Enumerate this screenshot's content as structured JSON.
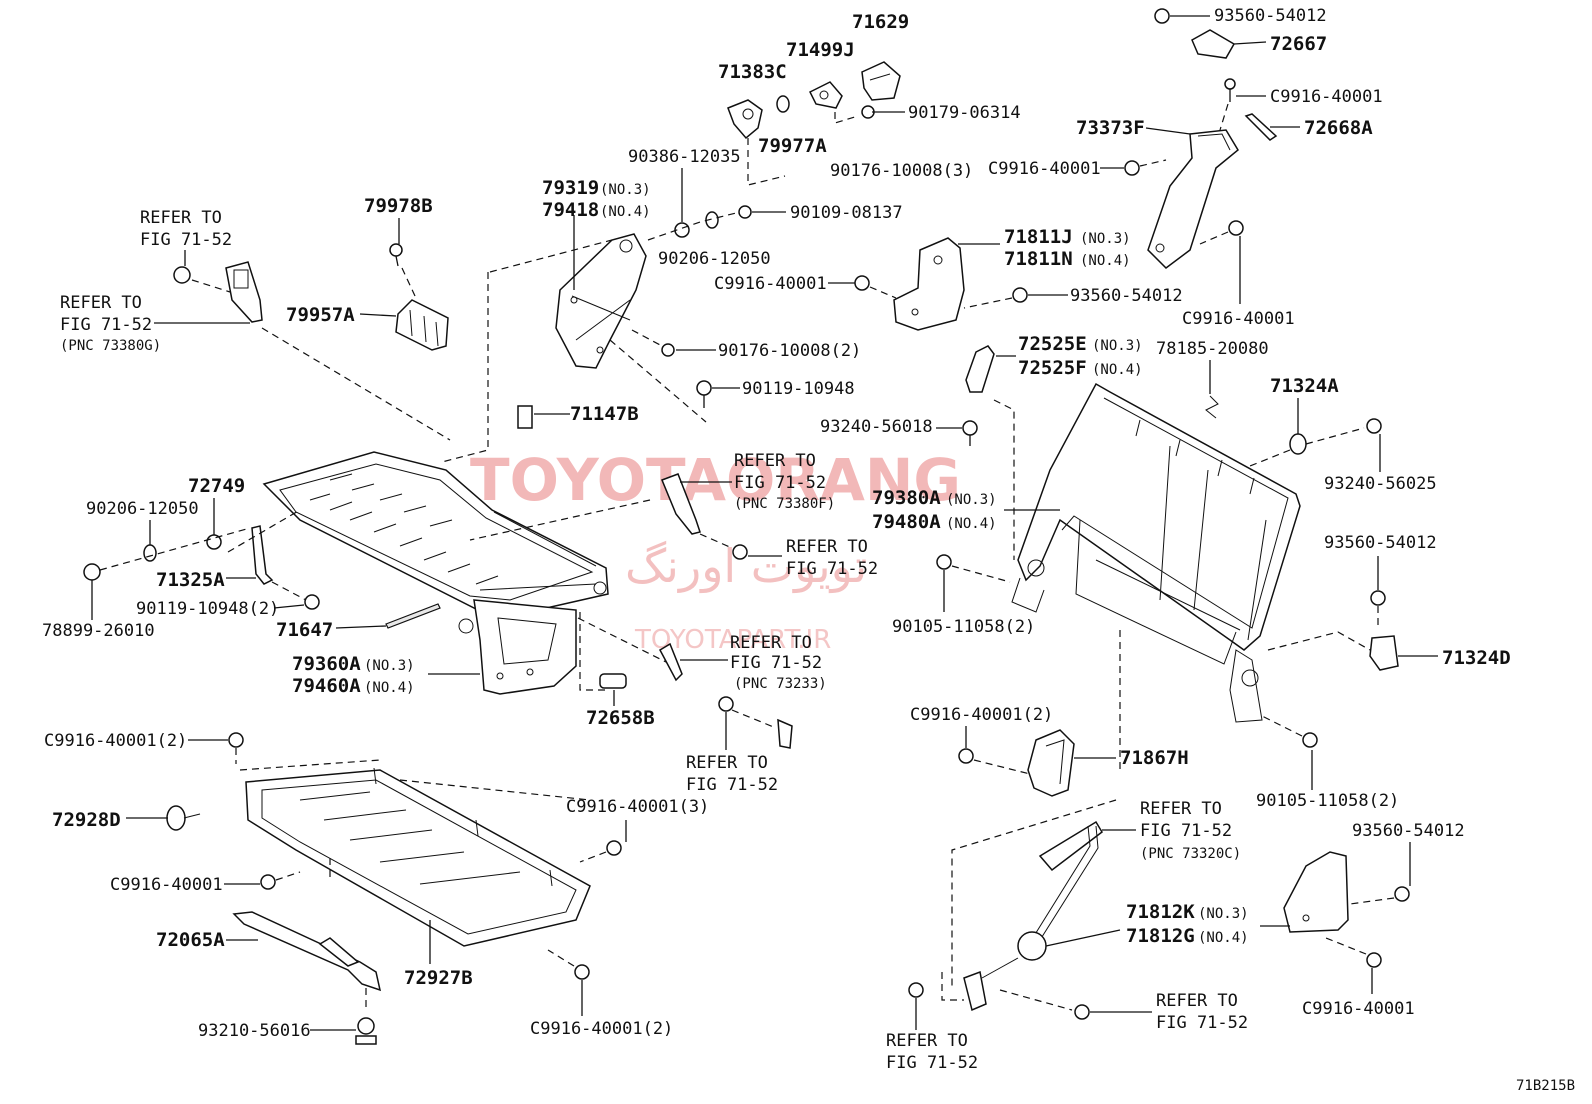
{
  "diagram_code": "71B215B",
  "watermarks": {
    "main": "TOYOTAORANG",
    "site": "TOYOTAPART.IR",
    "persian": "تویوت اورنگ"
  },
  "labels": {
    "p71629": "71629",
    "p93560_top": "93560-54012",
    "p72667": "72667",
    "p71499J": "71499J",
    "p71383C": "71383C",
    "p90179": "90179-06314",
    "pC9916_a": "C9916-40001",
    "p73373F": "73373F",
    "p72668A": "72668A",
    "p79977A": "79977A",
    "p90386": "90386-12035",
    "p90176_3": "90176-10008(3)",
    "pC9916_b": "C9916-40001",
    "ref1_a": "REFER TO",
    "ref1_b": "FIG 71-52",
    "p79978B": "79978B",
    "p79319": "79319",
    "p79319_no": "(NO.3)",
    "p79418": "79418",
    "p79418_no": "(NO.4)",
    "p90109": "90109-08137",
    "p90206_top": "90206-12050",
    "p71811J": "71811J",
    "p71811J_no": "(NO.3)",
    "p71811N": "71811N",
    "p71811N_no": "(NO.4)",
    "pC9916_c": "C9916-40001",
    "p93560_mid": "93560-54012",
    "pC9916_d": "C9916-40001",
    "ref2_a": "REFER TO",
    "ref2_b": "FIG 71-52",
    "ref2_c": "(PNC 73380G)",
    "p79957A": "79957A",
    "p90176_2": "90176-10008(2)",
    "p72525E": "72525E",
    "p72525E_no": "(NO.3)",
    "p72525F": "72525F",
    "p72525F_no": "(NO.4)",
    "p78185": "78185-20080",
    "p90119_a": "90119-10948",
    "p71324A": "71324A",
    "p71147B": "71147B",
    "p93240_56018": "93240-56018",
    "p93240_56025": "93240-56025",
    "ref3_a": "REFER TO",
    "ref3_b": "FIG 71-52",
    "ref3_c": "(PNC 73380F)",
    "p72749": "72749",
    "p79380A": "79380A",
    "p79380A_no": "(NO.3)",
    "p79480A": "79480A",
    "p79480A_no": "(NO.4)",
    "p90206_left": "90206-12050",
    "ref4_a": "REFER TO",
    "ref4_b": "FIG 71-52",
    "p93560_right": "93560-54012",
    "p71325A": "71325A",
    "p90119_2": "90119-10948(2)",
    "p90105_a": "90105-11058(2)",
    "p78899": "78899-26010",
    "p71647": "71647",
    "ref5_a": "REFER TO",
    "ref5_b": "FIG 71-52",
    "ref5_c": "(PNC 73233)",
    "p71324D": "71324D",
    "p79360A": "79360A",
    "p79360A_no": "(NO.3)",
    "p79460A": "79460A",
    "p79460A_no": "(NO.4)",
    "p72658B": "72658B",
    "pC9916_2a": "C9916-40001(2)",
    "pC9916_2b": "C9916-40001(2)",
    "p71867H": "71867H",
    "ref6_a": "REFER TO",
    "ref6_b": "FIG 71-52",
    "p90105_b": "90105-11058(2)",
    "pC9916_3": "C9916-40001(3)",
    "p72928D": "72928D",
    "ref7_a": "REFER TO",
    "ref7_b": "FIG 71-52",
    "ref7_c": "(PNC 73320C)",
    "p93560_low": "93560-54012",
    "pC9916_e": "C9916-40001",
    "p71812K": "71812K",
    "p71812K_no": "(NO.3)",
    "p71812G": "71812G",
    "p71812G_no": "(NO.4)",
    "p72065A": "72065A",
    "p72927B": "72927B",
    "pC9916_f": "C9916-40001",
    "ref8_a": "REFER TO",
    "ref8_b": "FIG 71-52",
    "p93210": "93210-56016",
    "pC9916_2c": "C9916-40001(2)",
    "ref9_a": "REFER TO",
    "ref9_b": "FIG 71-52"
  }
}
